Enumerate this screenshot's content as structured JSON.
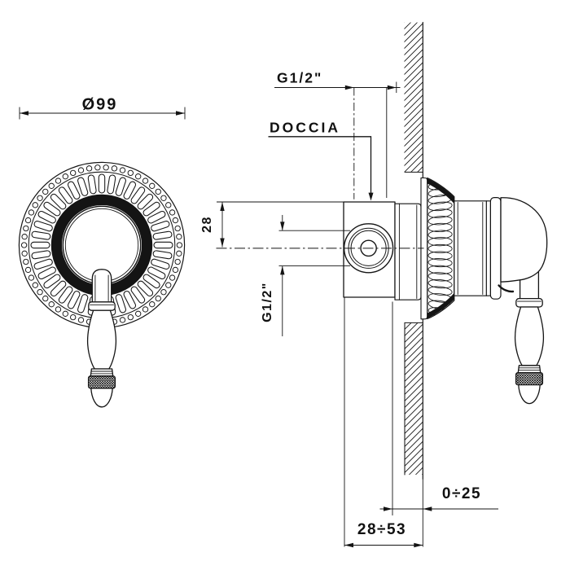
{
  "drawing": {
    "front_view": {
      "diameter_label": "Ø99"
    },
    "side_view": {
      "top_thread_label": "G1/2\"",
      "outlet_label": "DOCCIA",
      "center_height_label": "28",
      "side_thread_label": "G1/2\"",
      "plaster_depth_label": "0÷25",
      "mount_depth_label": "28÷53"
    },
    "colors": {
      "ink": "#141414",
      "background": "#ffffff"
    }
  }
}
